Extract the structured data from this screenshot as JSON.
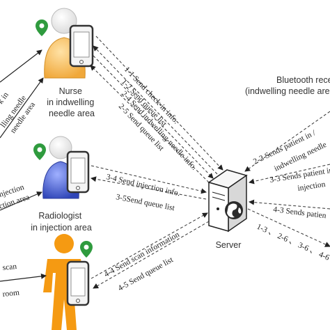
{
  "nodes": {
    "nurse": {
      "label_lines": [
        "Nurse",
        "in indwelling",
        "needle area"
      ]
    },
    "radiologist": {
      "label_lines": [
        "Radiologist",
        "in injection area"
      ]
    },
    "server": {
      "label": "Server"
    },
    "bluetooth": {
      "label_lines": [
        "Bluetooth recei",
        "(indwelling needle are"
      ]
    }
  },
  "messages": {
    "nurse": [
      "1-1 Send check-in info.",
      "1-2 Send queue list",
      "2-4 Send indwelling-needle info.",
      "2-5 Send queue list"
    ],
    "radiologist": [
      "3-4 Send injection info.",
      "3-5Send queue list"
    ],
    "scan": [
      "4-4  Send scan information",
      "4-5 Send queue list"
    ],
    "bluetooth": [
      "2-3 Sends patient in /",
      "indwelling needle",
      "3-3 Sends patient in /",
      "injection",
      "4-3 Sends patien",
      "1-3 、 2-6 、 3-6 、 4-6"
    ]
  },
  "left_edge": {
    "top": [
      "k in",
      "lling needle",
      "needle area"
    ],
    "mid": [
      "njection",
      "ction area"
    ],
    "bottom": [
      "scan",
      "room"
    ]
  },
  "colors": {
    "nurse_body": "#f5c062",
    "radiologist_body": "#4f64cf",
    "patient_body": "#f59a12",
    "pin": "#2f9b3e",
    "phone": "#333333"
  }
}
